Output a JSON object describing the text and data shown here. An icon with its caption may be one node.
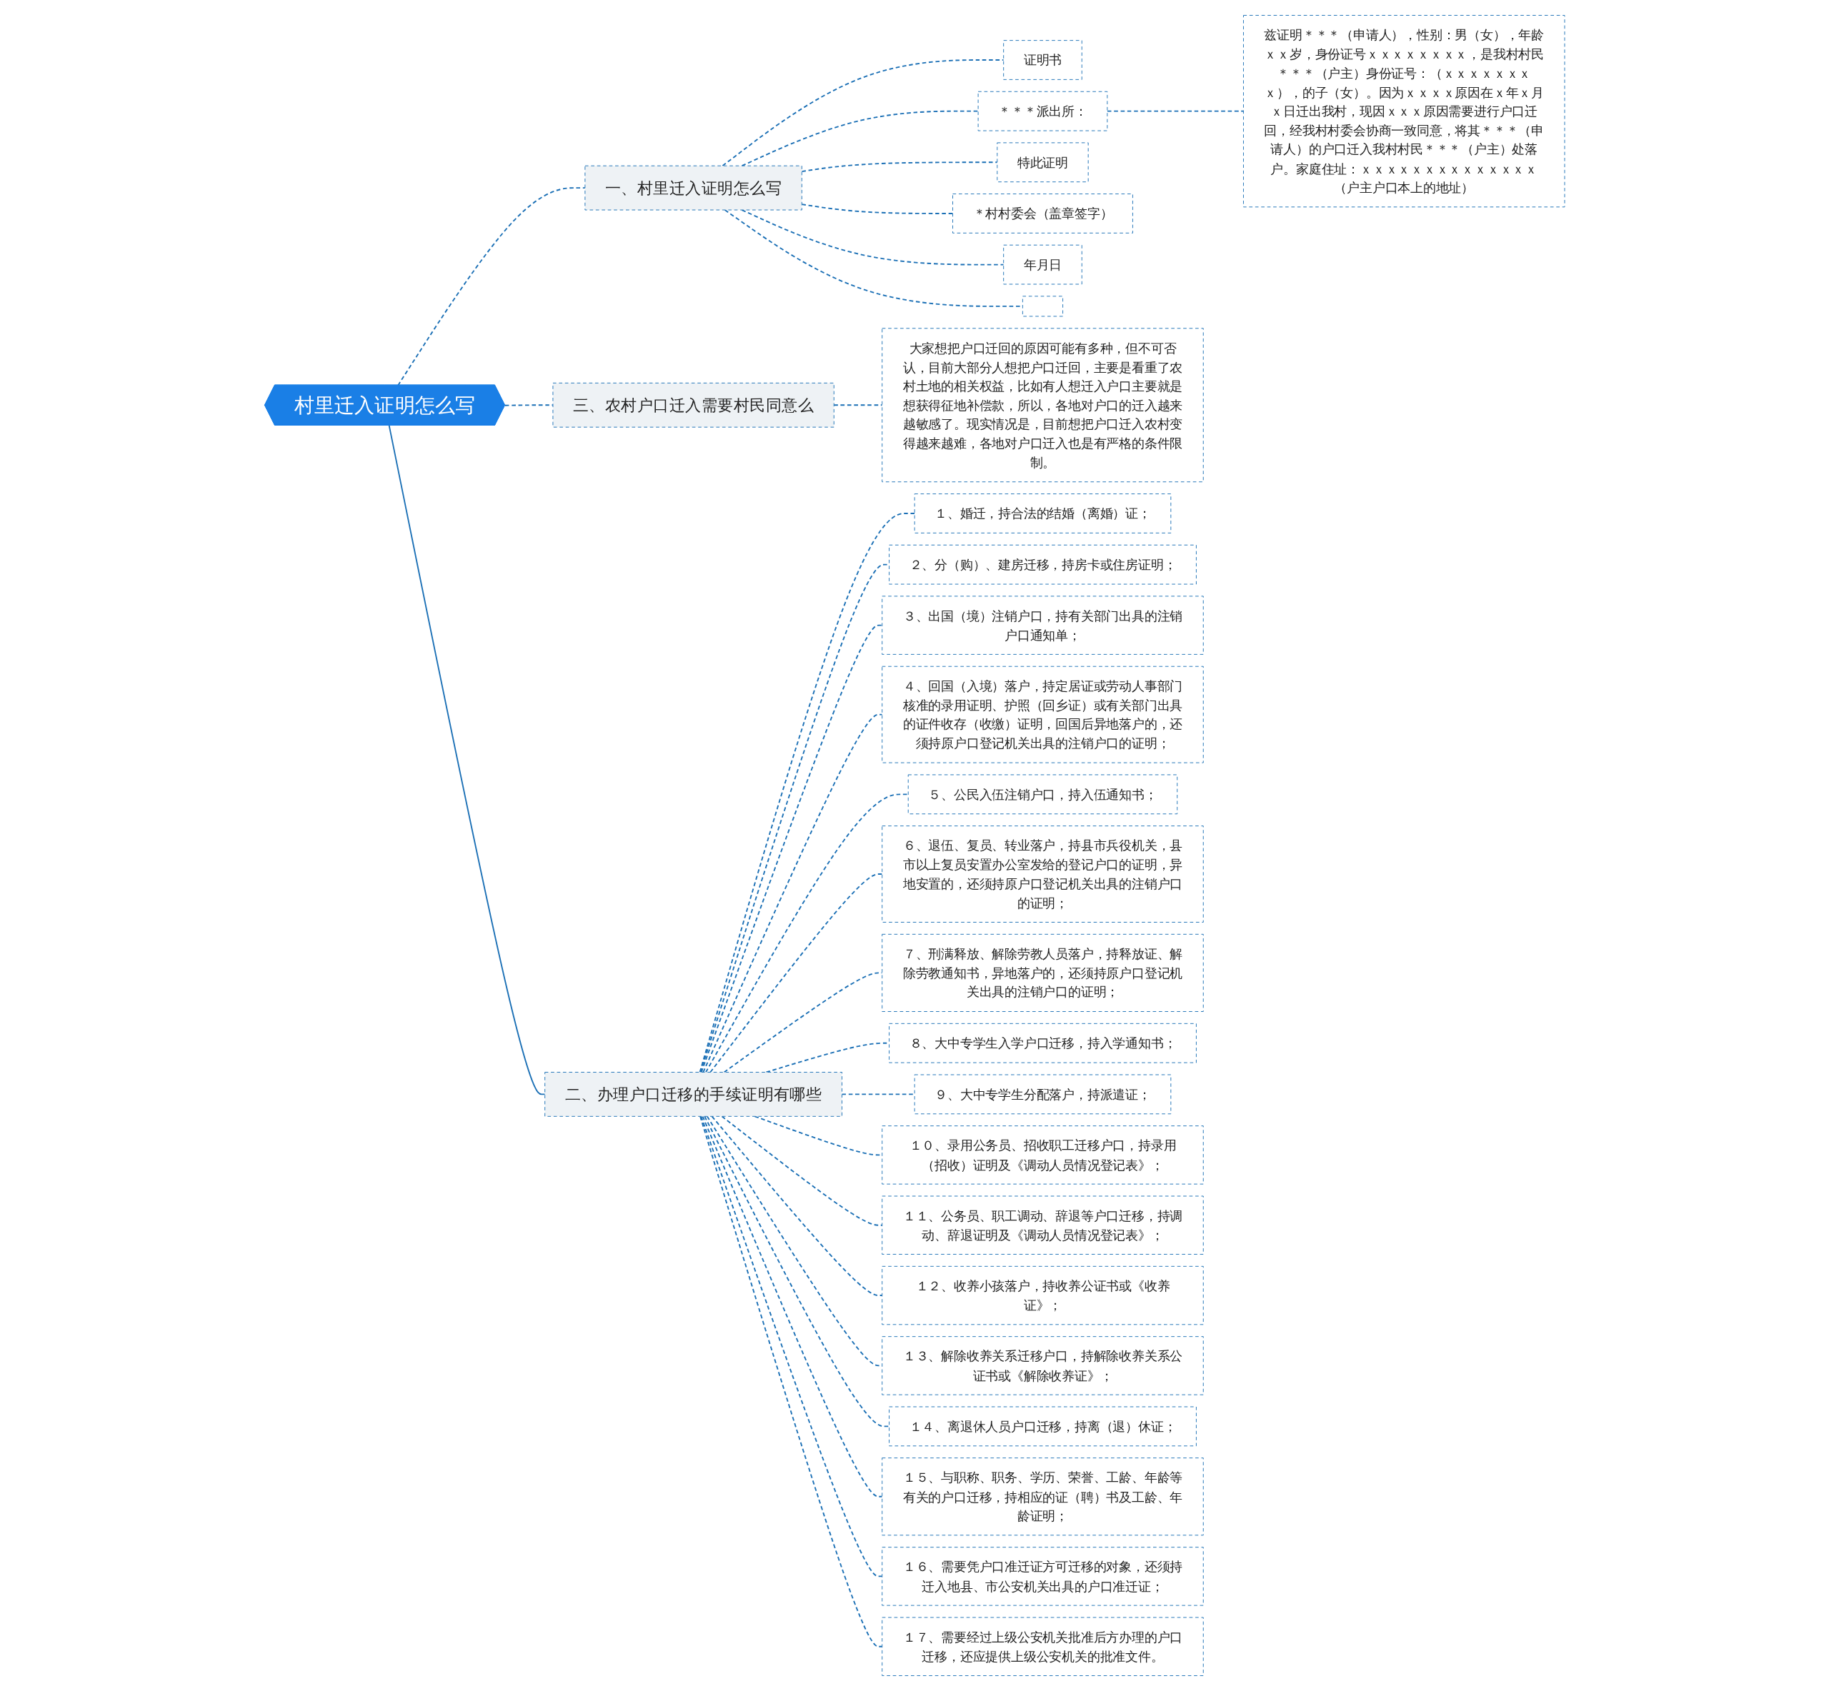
{
  "diagram": {
    "nodes": [
      {
        "text": [
          "村里迁入证明怎么写"
        ]
      },
      {
        "text": [
          "一、村里迁入证明怎么写"
        ]
      },
      {
        "text": [
          "证明书"
        ]
      },
      {
        "text": [
          "＊＊＊派出所："
        ]
      },
      {
        "text": [
          "兹证明＊＊＊（申请人），性别：男（女），年龄ｘｘ岁，身份证号ｘｘｘｘｘｘｘｘ，是我村村民＊＊＊（户主）身份证号：（ｘｘｘｘｘｘｘｘ），的子（女）。因为ｘｘｘｘ原因在ｘ年ｘ月ｘ日迁出我村，现因ｘｘｘ原因需要进行户口迁回，经我村村委会协商一致同意，将其＊＊＊（申请人）的户口迁入我村村民＊＊＊（户主）处落户。家庭住址：ｘｘｘｘｘｘｘｘｘｘｘｘｘｘ（户主户口本上的地址）"
        ]
      },
      {
        "text": [
          "特此证明"
        ]
      },
      {
        "text": [
          "＊村村委会（盖章签字）"
        ]
      },
      {
        "text": [
          "年月日"
        ]
      },
      {
        "text": [],
        "shape": "box"
      },
      {
        "text": [
          "三、农村户口迁入需要村民同意么"
        ]
      },
      {
        "text": [
          "大家想把户口迁回的原因可能有多种，但不可否认，目前大部分人想把户口迁回，主要是看重了农村土地的相关权益，比如有人想迁入户口主要就是想获得征地补偿款，所以，各地对户口的迁入越来越敏感了。现实情况是，目前想把户口迁入农村变得越来越难，各地对户口迁入也是有严格的条件限制。"
        ]
      },
      {
        "text": [
          "二、办理户口迁移的手续证明有哪些"
        ]
      },
      {
        "text": [
          "１、婚迁，持合法的结婚（离婚）证；"
        ]
      },
      {
        "text": [
          "２、分（购）、建房迁移，持房卡或住房证明；"
        ]
      },
      {
        "text": [
          "３、出国（境）注销户口，持有关部门出具的注销户口通知单；"
        ]
      },
      {
        "text": [
          "４、回国（入境）落户，持定居证或劳动人事部门核准的录用证明、护照（回乡证）或有关部门出具的证件收存（收缴）证明，回国后异地落户的，还须持原户口登记机关出具的注销户口的证明；"
        ]
      },
      {
        "text": [
          "５、公民入伍注销户口，持入伍通知书；"
        ]
      },
      {
        "text": [
          "６、退伍、复员、转业落户，持县市兵役机关，县市以上复员安置办公室发给的登记户口的证明，异地安置的，还须持原户口登记机关出具的注销户口的证明；"
        ]
      },
      {
        "text": [
          "７、刑满释放、解除劳教人员落户，持释放证、解除劳教通知书，异地落户的，还须持原户口登记机关出具的注销户口的证明；"
        ]
      },
      {
        "text": [
          "８、大中专学生入学户口迁移，持入学通知书；"
        ]
      },
      {
        "text": [
          "９、大中专学生分配落户，持派遣证；"
        ]
      },
      {
        "text": [
          "１０、录用公务员、招收职工迁移户口，持录用（招收）证明及《调动人员情况登记表》；"
        ]
      },
      {
        "text": [
          "１１、公务员、职工调动、辞退等户口迁移，持调动、辞退证明及《调动人员情况登记表》；"
        ]
      },
      {
        "text": [
          "１２、收养小孩落户，持收养公证书或《收养证》；"
        ]
      },
      {
        "text": [
          "１３、解除收养关系迁移户口，持解除收养关系公证书或《解除收养证》；"
        ]
      },
      {
        "text": [
          "１４、离退休人员户口迁移，持离（退）休证；"
        ]
      },
      {
        "text": [
          "１５、与职称、职务、学历、荣誉、工龄、年龄等有关的户口迁移，持相应的证（聘）书及工龄、年龄证明；"
        ]
      },
      {
        "text": [
          "１６、需要凭户口准迁证方可迁移的对象，还须持迁入地县、市公安机关出具的户口准迁证；"
        ]
      },
      {
        "text": [
          "１７、需要经过上级公安机关批准后方办理的户口迁移，还应提供上级公安机关的批准文件。"
        ]
      }
    ],
    "edges": [
      {
        "from": 0,
        "to": 1,
        "arrow": "none",
        "style": "dashed"
      },
      {
        "from": 1,
        "to": 2,
        "arrow": "none",
        "style": "dashed"
      },
      {
        "from": 1,
        "to": 3,
        "arrow": "none",
        "style": "dashed"
      },
      {
        "from": 3,
        "to": 4,
        "arrow": "none",
        "style": "dashed"
      },
      {
        "from": 1,
        "to": 5,
        "arrow": "none",
        "style": "dashed"
      },
      {
        "from": 1,
        "to": 6,
        "arrow": "none",
        "style": "dashed"
      },
      {
        "from": 1,
        "to": 7,
        "arrow": "none",
        "style": "dashed"
      },
      {
        "from": 1,
        "to": 8,
        "arrow": "none",
        "style": "dashed"
      },
      {
        "from": 0,
        "to": 9,
        "arrow": "none",
        "style": "dashed"
      },
      {
        "from": 9,
        "to": 10,
        "arrow": "none",
        "style": "dashed"
      },
      {
        "from": 0,
        "to": 11,
        "arrow": "none"
      },
      {
        "from": 11,
        "to": 12,
        "arrow": "none",
        "style": "dashed"
      },
      {
        "from": 11,
        "to": 13,
        "arrow": "none",
        "style": "dashed"
      },
      {
        "from": 11,
        "to": 14,
        "arrow": "none",
        "style": "dashed"
      },
      {
        "from": 11,
        "to": 15,
        "arrow": "none",
        "style": "dashed"
      },
      {
        "from": 11,
        "to": 16,
        "arrow": "none",
        "style": "dashed"
      },
      {
        "from": 11,
        "to": 17,
        "arrow": "none",
        "style": "dashed"
      },
      {
        "from": 11,
        "to": 18,
        "arrow": "none",
        "style": "dashed"
      },
      {
        "from": 11,
        "to": 19,
        "arrow": "none",
        "style": "dashed"
      },
      {
        "from": 11,
        "to": 20,
        "arrow": "none",
        "style": "dashed"
      },
      {
        "from": 11,
        "to": 21,
        "arrow": "none",
        "style": "dashed"
      },
      {
        "from": 11,
        "to": 22,
        "arrow": "none",
        "style": "dashed"
      },
      {
        "from": 11,
        "to": 23,
        "arrow": "none",
        "style": "dashed"
      },
      {
        "from": 11,
        "to": 24,
        "arrow": "none",
        "style": "dashed"
      },
      {
        "from": 11,
        "to": 25,
        "arrow": "none",
        "style": "dashed"
      },
      {
        "from": 11,
        "to": 26,
        "arrow": "none",
        "style": "dashed"
      },
      {
        "from": 11,
        "to": 27,
        "arrow": "none",
        "style": "dashed"
      },
      {
        "from": 11,
        "to": 28,
        "arrow": "none",
        "style": "dashed"
      }
    ]
  }
}
